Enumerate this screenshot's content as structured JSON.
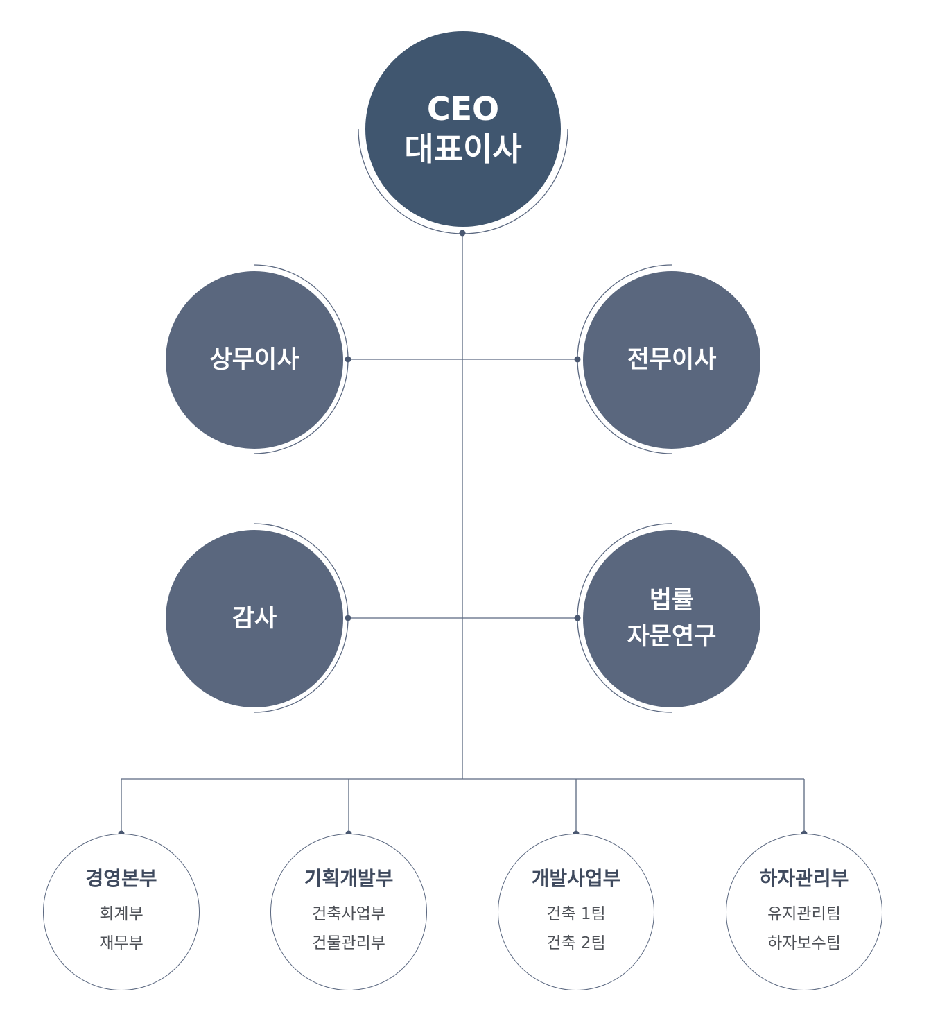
{
  "ceo": {
    "line1": "CEO",
    "line2": "대표이사"
  },
  "executives": {
    "managing_director": "상무이사",
    "executive_director": "전무이사",
    "auditor": "감사",
    "legal_line1": "법률",
    "legal_line2": "자문연구"
  },
  "departments": [
    {
      "name": "경영본부",
      "subs": [
        "회계부",
        "재무부"
      ]
    },
    {
      "name": "기획개발부",
      "subs": [
        "건축사업부",
        "건물관리부"
      ]
    },
    {
      "name": "개발사업부",
      "subs": [
        "건축 1팀",
        "건축 2팀"
      ]
    },
    {
      "name": "하자관리부",
      "subs": [
        "유지관리팀",
        "하자보수팀"
      ]
    }
  ],
  "colors": {
    "ceo_fill": "#40566f",
    "exec_fill": "#5a677e",
    "line": "#5b6880"
  }
}
